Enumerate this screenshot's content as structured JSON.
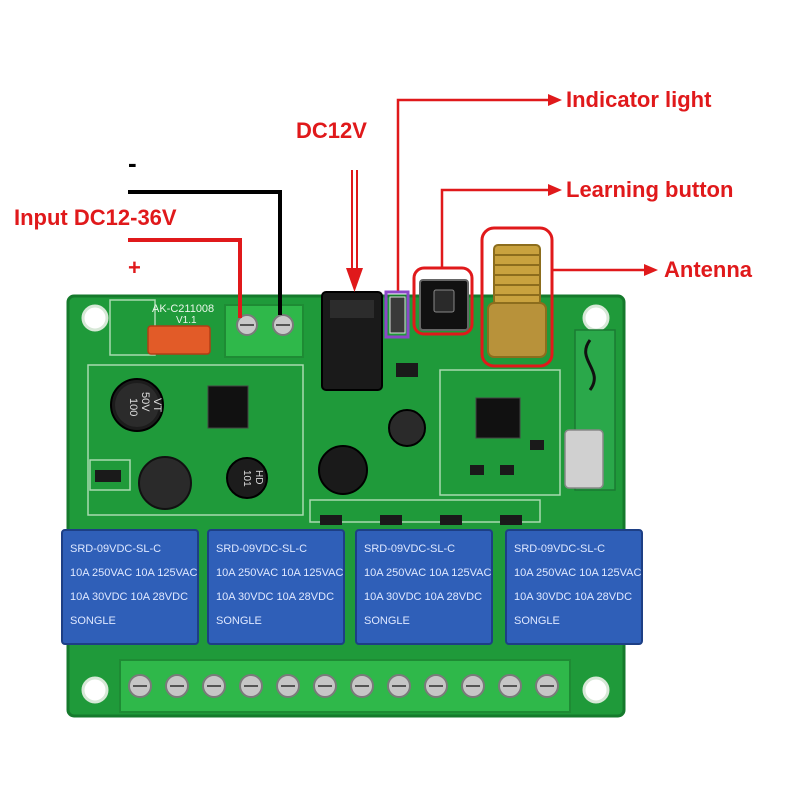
{
  "annotations": {
    "indicator_light": "Indicator light",
    "learning_button": "Learning button",
    "antenna": "Antenna",
    "dc12v": "DC12V",
    "minus": "-",
    "input": "Input DC12-36V",
    "plus": "+"
  },
  "board": {
    "model": "AK-C211008",
    "version": "V1.1"
  },
  "capacitors": {
    "big_value": "100",
    "big_voltage": "50V",
    "big_series": "VT",
    "small_value": "101",
    "small_series": "HD"
  },
  "relays": [
    {
      "line1": "SRD-09VDC-SL-C",
      "line2": "10A 250VAC 10A 125VAC",
      "line3": "10A 30VDC 10A 28VDC",
      "brand": "SONGLE"
    },
    {
      "line1": "SRD-09VDC-SL-C",
      "line2": "10A 250VAC 10A 125VAC",
      "line3": "10A 30VDC 10A 28VDC",
      "brand": "SONGLE"
    },
    {
      "line1": "SRD-09VDC-SL-C",
      "line2": "10A 250VAC 10A 125VAC",
      "line3": "10A 30VDC 10A 28VDC",
      "brand": "SONGLE"
    },
    {
      "line1": "SRD-09VDC-SL-C",
      "line2": "10A 250VAC 10A 125VAC",
      "line3": "10A 30VDC 10A 28VDC",
      "brand": "SONGLE"
    }
  ],
  "colors": {
    "annotation_red": "#e0191b",
    "highlight_purple": "#8b47c8",
    "pcb_green": "#1f9a3a",
    "pcb_dark": "#16802d",
    "relay_blue": "#2f5fb8",
    "terminal_green": "#2fb84a"
  }
}
